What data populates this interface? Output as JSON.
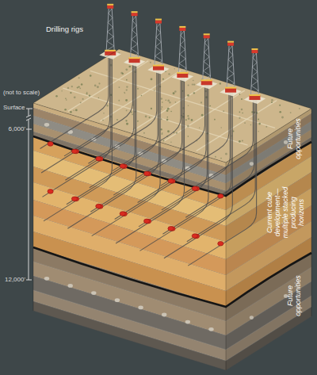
{
  "diagram": {
    "labels": [
      "Drilling rigs",
      "(not to scale)",
      "Surface",
      "6,000'",
      "12,000'",
      "Future opportunities",
      "Current cube development— multiple stacked producing horizons",
      "Future opportunities"
    ]
  }
}
